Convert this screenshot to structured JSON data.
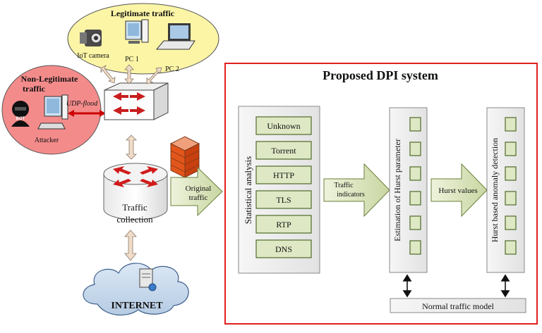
{
  "legit": {
    "title": "Legitimate traffic",
    "iot_camera": "IoT camera",
    "pc1": "PC 1",
    "pc2": "PC 2"
  },
  "nonlegit": {
    "title_line1": "Non-Legitimate",
    "title_line2": "traffic",
    "attacker": "Attacker",
    "bot": "BOT",
    "flood": "UDP-flood"
  },
  "collection": {
    "line1": "Traffic",
    "line2": "collection"
  },
  "internet": "INTERNET",
  "original": {
    "line1": "Original",
    "line2": "traffic"
  },
  "dpi": {
    "title": "Proposed DPI system",
    "statistical": "Statistical analysis",
    "protocols": [
      "Unknown",
      "Torrent",
      "HTTP",
      "TLS",
      "RTP",
      "DNS"
    ],
    "indicators": {
      "line1": "Traffic",
      "line2": "indicators"
    },
    "hurst_est": "Estimation of Hurst  parameter",
    "hurst_values": "Hurst values",
    "anomaly": "Hurst based anomaly detection",
    "normal_model": "Normal traffic model"
  },
  "colors": {
    "frame": "#e02020",
    "panel": "#f0f0f0",
    "cell": "#dfe8c4",
    "cell_border": "#4e6b2a",
    "arrow": "#dfe8c4",
    "legit_bg": "#fcf5a6",
    "nonlegit_bg": "#f48b8b"
  }
}
